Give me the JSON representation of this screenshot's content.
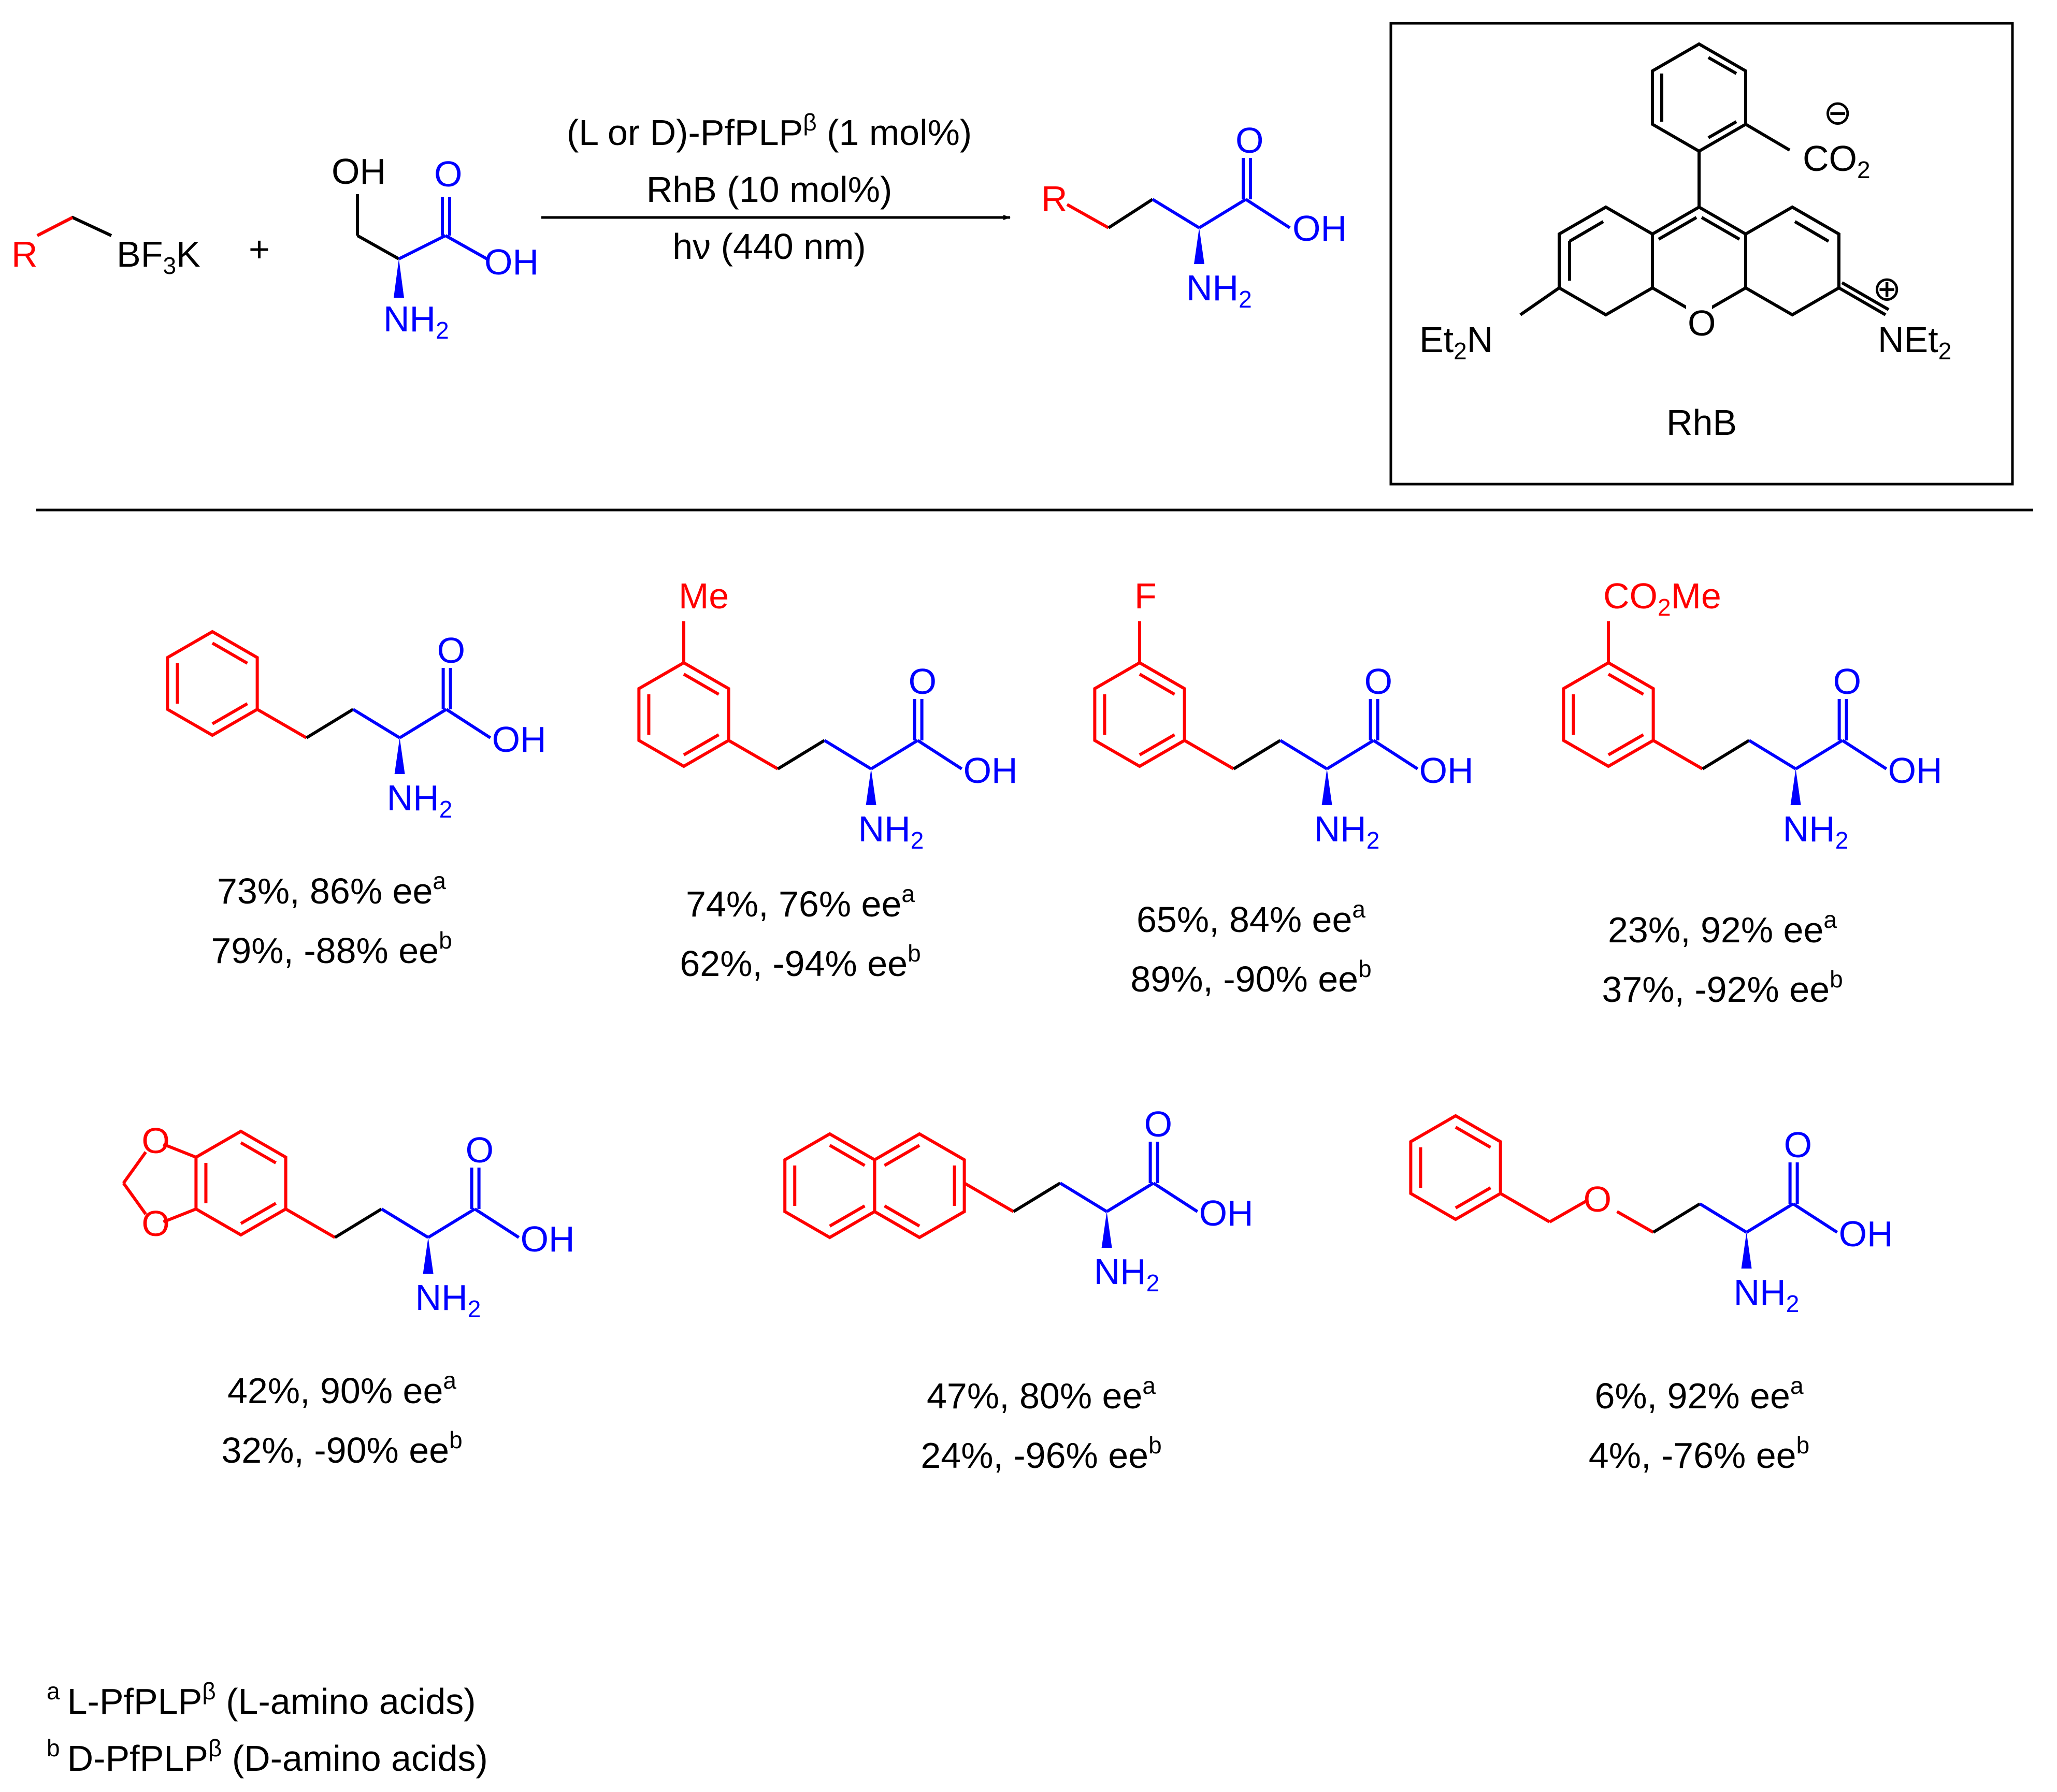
{
  "colors": {
    "red": "#ff0000",
    "blue": "#0000ff",
    "black": "#000000"
  },
  "reaction": {
    "reactant1": {
      "R": "R",
      "bf3k_pre": "BF",
      "bf3k_sub": "3",
      "bf3k_post": "K"
    },
    "plus": "+",
    "serine": {
      "OH": "OH",
      "O": "O",
      "acid_OH": "OH",
      "NH": "NH",
      "NH_sub": "2"
    },
    "conditions": {
      "line1_a": "(L or D)-PfPLP",
      "line1_sup": "β",
      "line1_b": " (1 mol%)",
      "line2": "RhB (10 mol%)",
      "line3": "hν (440 nm)"
    },
    "product": {
      "R": "R",
      "O": "O",
      "OH": "OH",
      "NH": "NH",
      "NH_sub": "2"
    }
  },
  "rhb_box": {
    "minus": "⊖",
    "co2_pre": "CO",
    "co2_sub": "2",
    "plus": "⊕",
    "left_pre": "Et",
    "left_sub": "2",
    "left_post": "N",
    "ring_O": "O",
    "right_pre": "NEt",
    "right_sub": "2",
    "name": "RhB"
  },
  "compounds": [
    {
      "substituent": "",
      "yield_L": "73%,  86% ee",
      "yield_D": "79%, -88% ee"
    },
    {
      "substituent": "Me",
      "yield_L": "74%,  76% ee",
      "yield_D": "62%, -94% ee"
    },
    {
      "substituent": "F",
      "yield_L": "65%,  84% ee",
      "yield_D": "89%, -90% ee"
    },
    {
      "substituent_pre": "CO",
      "substituent_sub": "2",
      "substituent_post": "Me",
      "yield_L": "23%,  92% ee",
      "yield_D": "37%, -92% ee"
    },
    {
      "substituent": "O",
      "yield_L": "42%,  90% ee",
      "yield_D": "32%, -90% ee"
    },
    {
      "substituent": "",
      "yield_L": "47%,  80% ee",
      "yield_D": "24%, -96% ee"
    },
    {
      "substituent": "O",
      "yield_L": "6%,  92% ee",
      "yield_D": "4%, -76% ee"
    }
  ],
  "amino_acid_labels": {
    "O": "O",
    "OH": "OH",
    "NH": "NH",
    "NH_sub": "2"
  },
  "superscripts": {
    "a": "a",
    "b": "b"
  },
  "footnotes": [
    {
      "mark": "a",
      "pre": "L-PfPLP",
      "sup": "β",
      "post": "  (L-amino acids)"
    },
    {
      "mark": "b",
      "pre": "D-PfPLP",
      "sup": "β",
      "post": "  (D-amino acids)"
    }
  ]
}
